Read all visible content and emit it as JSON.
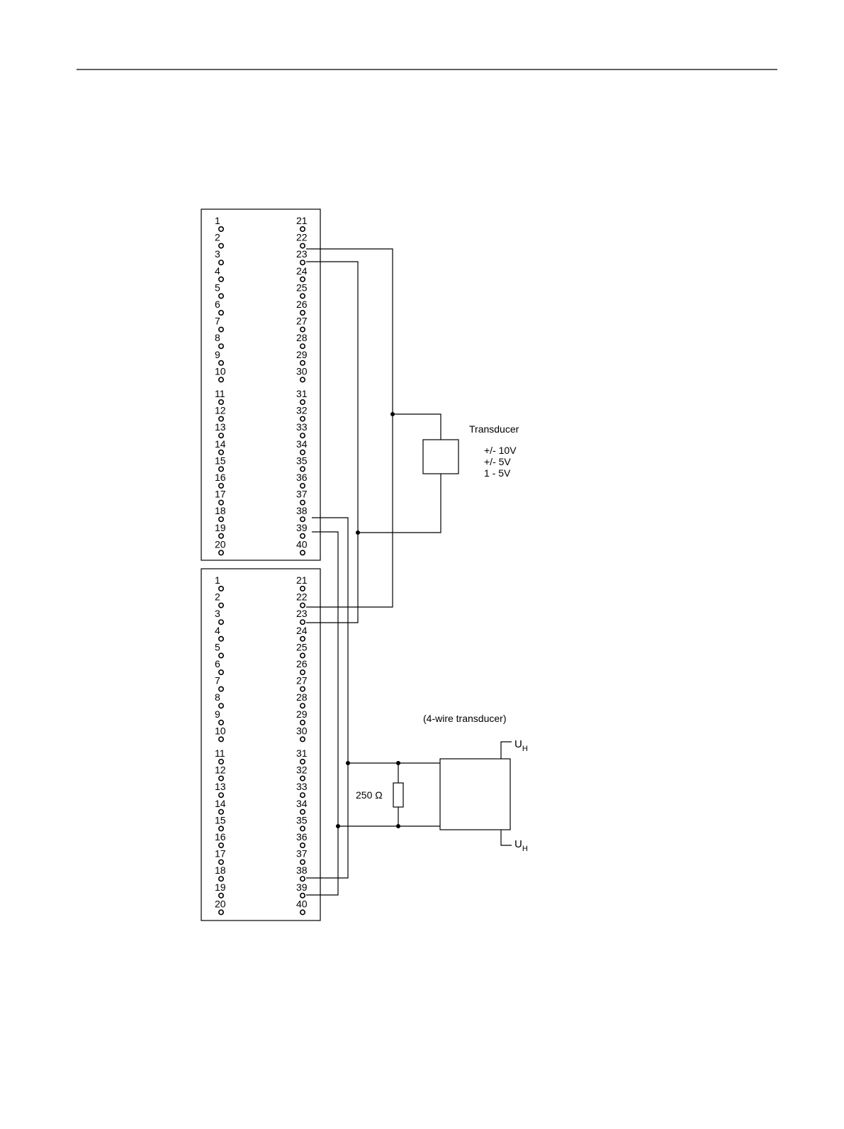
{
  "module_top": {
    "left_terminals": [
      "1",
      "2",
      "3",
      "4",
      "5",
      "6",
      "7",
      "8",
      "9",
      "10",
      "11",
      "12",
      "13",
      "14",
      "15",
      "16",
      "17",
      "18",
      "19",
      "20"
    ],
    "right_terminals": [
      "21",
      "22",
      "23",
      "24",
      "25",
      "26",
      "27",
      "28",
      "29",
      "30",
      "31",
      "32",
      "33",
      "34",
      "35",
      "36",
      "37",
      "38",
      "39",
      "40"
    ]
  },
  "module_bottom": {
    "left_terminals": [
      "1",
      "2",
      "3",
      "4",
      "5",
      "6",
      "7",
      "8",
      "9",
      "10",
      "11",
      "12",
      "13",
      "14",
      "15",
      "16",
      "17",
      "18",
      "19",
      "20"
    ],
    "right_terminals": [
      "21",
      "22",
      "23",
      "24",
      "25",
      "26",
      "27",
      "28",
      "29",
      "30",
      "31",
      "32",
      "33",
      "34",
      "35",
      "36",
      "37",
      "38",
      "39",
      "40"
    ]
  },
  "transducer": {
    "title": "Transducer",
    "ranges": [
      "+/- 10V",
      "+/- 5V",
      "1 - 5V"
    ]
  },
  "four_wire": {
    "title": "(4-wire transducer)",
    "resistor": "250 Ω",
    "supply_main": "U",
    "supply_sub": "H"
  }
}
